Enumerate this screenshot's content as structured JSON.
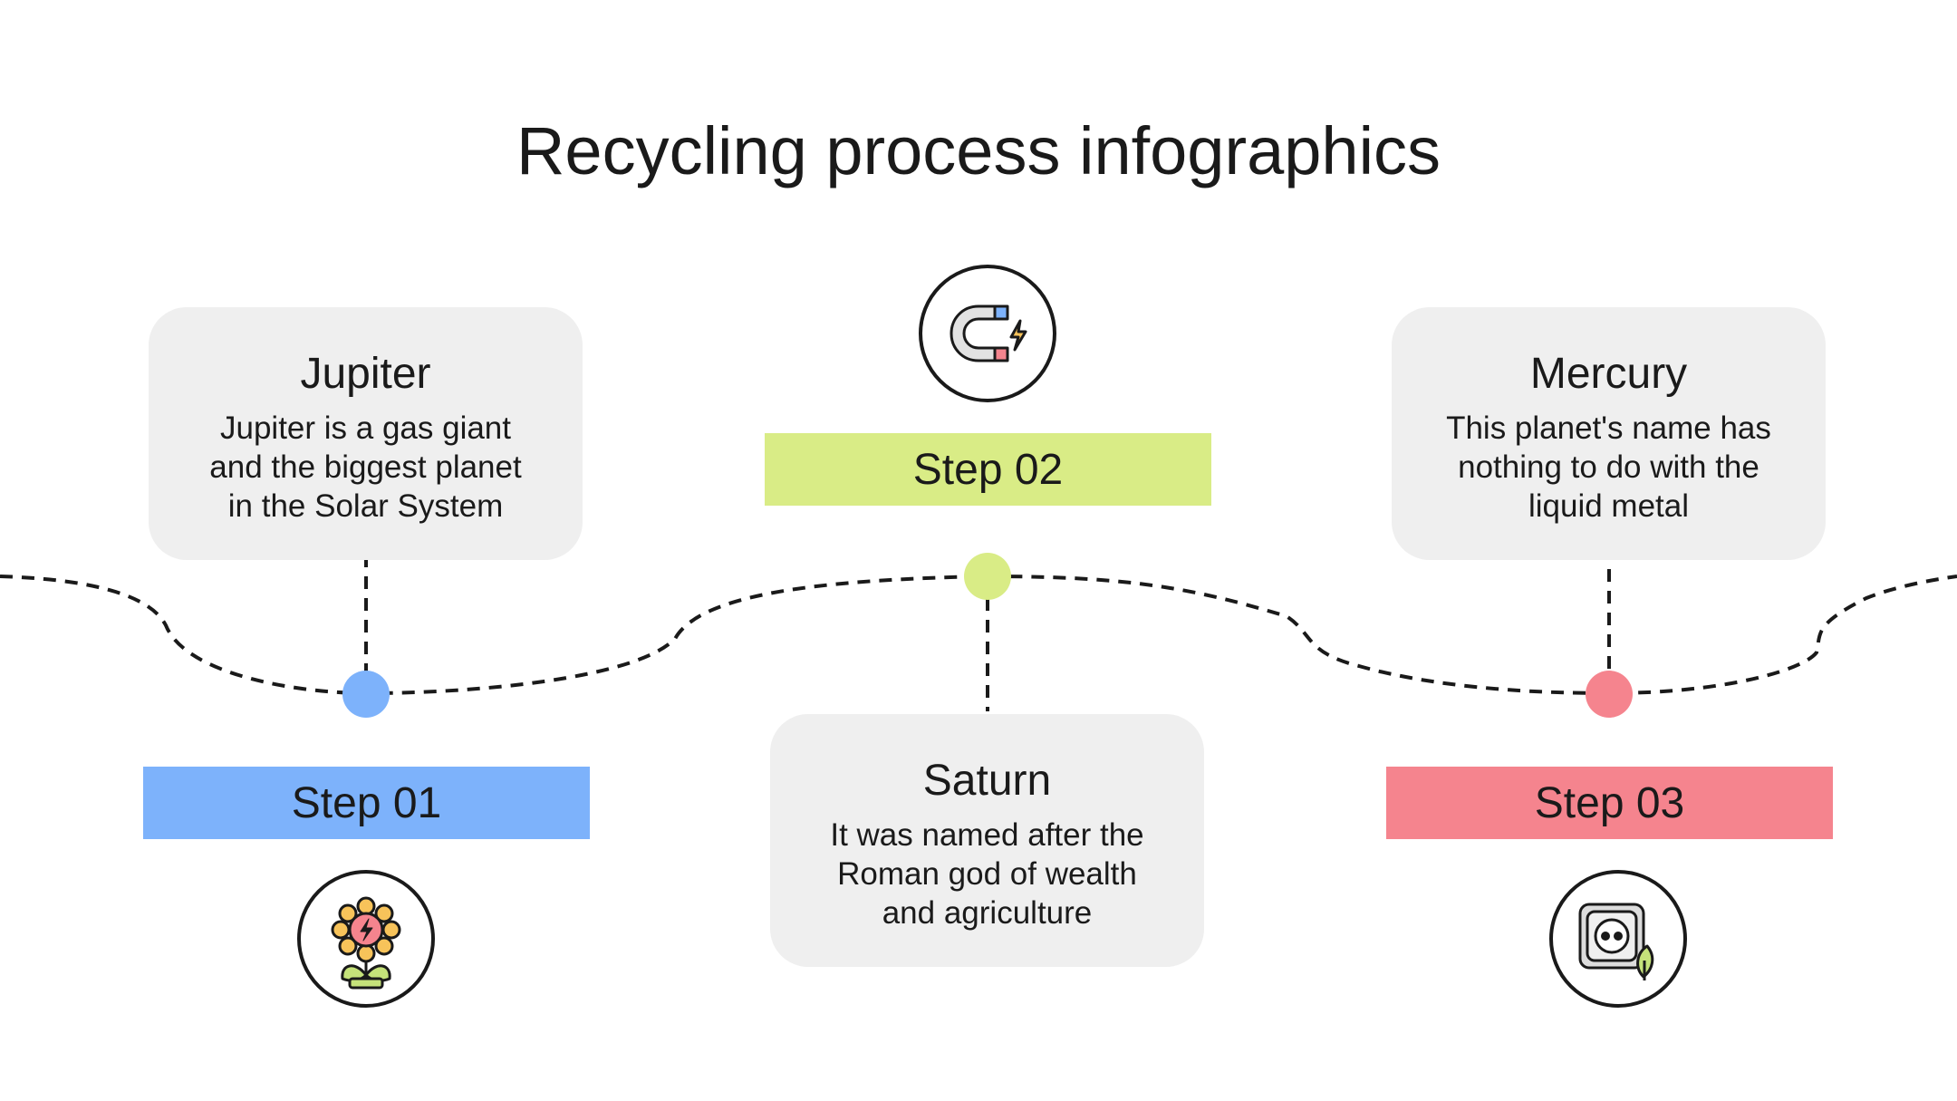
{
  "title": "Recycling process infographics",
  "colors": {
    "blue": "#7db2fb",
    "green": "#d9ec86",
    "red": "#f5848e",
    "card": "#efefef"
  },
  "steps": [
    {
      "label": "Step 01",
      "color": "#7db2fb",
      "card_title": "Jupiter",
      "card_text": [
        "Jupiter is a gas giant",
        "and the biggest planet",
        "in the Solar System"
      ],
      "icon": "sunflower-energy-icon"
    },
    {
      "label": "Step 02",
      "color": "#d9ec86",
      "card_title": "Saturn",
      "card_text": [
        "It was named after the",
        "Roman god of wealth",
        "and agriculture"
      ],
      "icon": "magnet-icon"
    },
    {
      "label": "Step 03",
      "color": "#f5848e",
      "card_title": "Mercury",
      "card_text": [
        "This planet's name has",
        "nothing to do with the",
        "liquid metal"
      ],
      "icon": "eco-socket-icon"
    }
  ]
}
